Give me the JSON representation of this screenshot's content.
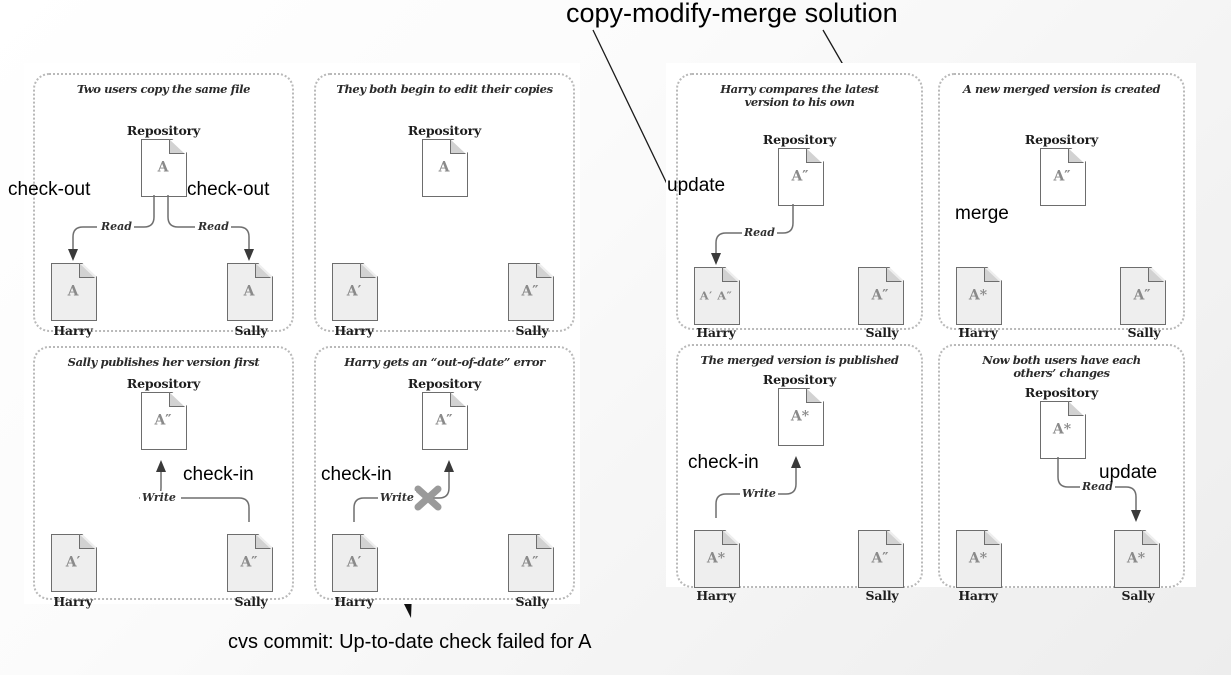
{
  "title": "copy-modify-merge solution",
  "caption": "cvs commit: Up-to-date check failed for A",
  "labels": {
    "repository": "Repository",
    "harry": "Harry",
    "sally": "Sally",
    "read": "Read",
    "write": "Write"
  },
  "annotations": {
    "check_out_left": "check-out",
    "check_out_right": "check-out",
    "check_in_p3": "check-in",
    "check_in_p4": "check-in",
    "update_p5": "update",
    "merge_p6": "merge",
    "check_in_p7": "check-in",
    "update_p8": "update"
  },
  "colors": {
    "page_bg": "#f4f4f4",
    "panel_bg": "#ffffff",
    "panel_border": "#b9b9b9",
    "doc_border": "#6d6d6d",
    "doc_fill": "#ffffff",
    "doc_fill_shaded": "#eeeeee",
    "doc_letter": "#8a8a8a",
    "wire": "#6f6f6f",
    "x_mark": "#9a9a9a",
    "anno_text": "#000000"
  },
  "panels": [
    {
      "id": "p1",
      "title": "Two users copy the same file",
      "repo_doc": "A",
      "harry_doc": "A",
      "sally_doc": "A"
    },
    {
      "id": "p2",
      "title": "They both begin to edit their copies",
      "repo_doc": "A",
      "harry_doc": "A′",
      "sally_doc": "A″"
    },
    {
      "id": "p3",
      "title": "Sally publishes her version first",
      "repo_doc": "A″",
      "harry_doc": "A′",
      "sally_doc": "A″"
    },
    {
      "id": "p4",
      "title": "Harry gets an “out-of-date” error",
      "repo_doc": "A″",
      "harry_doc": "A′",
      "sally_doc": "A″"
    },
    {
      "id": "p5",
      "title": "Harry compares the latest version to his own",
      "repo_doc": "A″",
      "harry_doc": "A′ A″",
      "sally_doc": "A″"
    },
    {
      "id": "p6",
      "title": "A new merged version is created",
      "repo_doc": "A″",
      "harry_doc": "A*",
      "sally_doc": "A″"
    },
    {
      "id": "p7",
      "title": "The merged version is published",
      "repo_doc": "A*",
      "harry_doc": "A*",
      "sally_doc": "A″"
    },
    {
      "id": "p8",
      "title": "Now both users have each others’ changes",
      "repo_doc": "A*",
      "harry_doc": "A*",
      "sally_doc": "A*"
    }
  ]
}
